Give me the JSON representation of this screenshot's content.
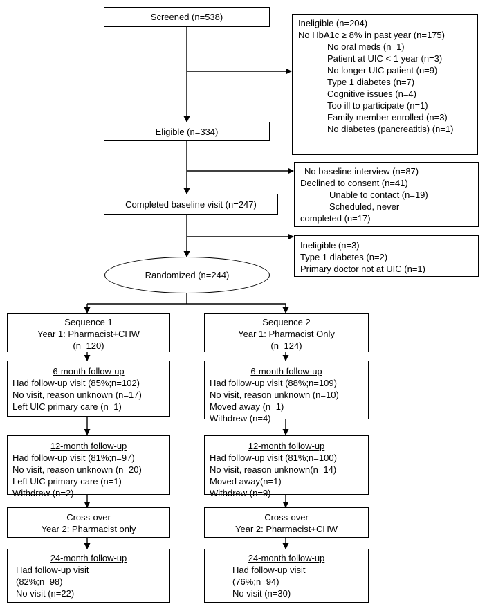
{
  "screened": "Screened (n=538)",
  "eligible": "Eligible (n=334)",
  "baseline": "Completed baseline visit (n=247)",
  "randomized": "Randomized (n=244)",
  "excl1": {
    "title": "Ineligible (n=204)",
    "sub": "No HbA1c ≥ 8% in past year  (n=175)",
    "items": [
      "No oral meds (n=1)",
      "Patient at UIC < 1 year (n=3)",
      "No longer UIC patient (n=9)",
      "Type 1 diabetes (n=7)",
      "Cognitive issues (n=4)",
      "Too ill to participate (n=1)",
      "Family member enrolled (n=3)",
      "No diabetes (pancreatitis) (n=1)"
    ]
  },
  "excl2": {
    "title": "No baseline interview (n=87)",
    "l2": "Declined to consent (n=41)",
    "l3": "Unable to contact (n=19)",
    "l4": "Scheduled, never",
    "l5": "completed (n=17)"
  },
  "excl3": {
    "l1": "Ineligible (n=3)",
    "l2": "Type 1 diabetes (n=2)",
    "l3": "Primary doctor not at UIC (n=1)"
  },
  "seq1": {
    "head": {
      "l1": "Sequence 1",
      "l2": "Year 1: Pharmacist+CHW",
      "l3": "(n=120)"
    },
    "m6": {
      "title": "6-month follow-up",
      "lines": [
        "Had follow-up visit (85%;n=102)",
        "No visit, reason unknown (n=17)",
        "Left UIC primary care (n=1)"
      ]
    },
    "m12": {
      "title": "12-month follow-up",
      "lines": [
        "Had follow-up visit (81%;n=97)",
        "No visit, reason unknown (n=20)",
        "Left UIC primary care (n=1)",
        "Withdrew (n=2)"
      ]
    },
    "cross": {
      "l1": "Cross-over",
      "l2": "Year 2: Pharmacist only"
    },
    "m24": {
      "title": "24-month follow-up",
      "lines": [
        "Had follow-up visit",
        "(82%;n=98)",
        "No visit (n=22)"
      ]
    }
  },
  "seq2": {
    "head": {
      "l1": "Sequence 2",
      "l2": "Year 1: Pharmacist Only",
      "l3": "(n=124)"
    },
    "m6": {
      "title": "6-month follow-up",
      "lines": [
        "Had follow-up visit (88%;n=109)",
        "No visit, reason unknown (n=10)",
        "Moved away (n=1)",
        "Withdrew (n=4)"
      ]
    },
    "m12": {
      "title": "12-month follow-up",
      "lines": [
        "Had follow-up visit (81%;n=100)",
        "No visit, reason unknown(n=14)",
        "Moved away(n=1)",
        "Withdrew (n=9)"
      ]
    },
    "cross": {
      "l1": "Cross-over",
      "l2": "Year 2: Pharmacist+CHW"
    },
    "m24": {
      "title": "24-month follow-up",
      "lines": [
        "Had follow-up visit",
        "(76%;n=94)",
        "No visit (n=30)"
      ]
    }
  }
}
